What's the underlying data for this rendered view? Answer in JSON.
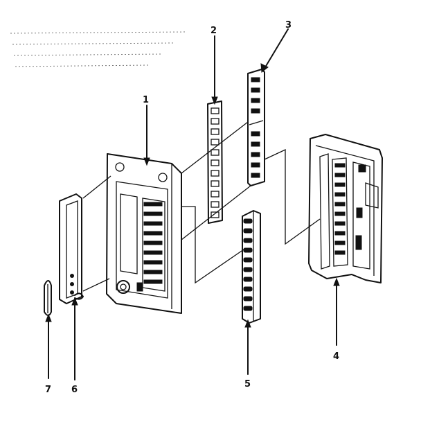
{
  "diagram": {
    "callouts": [
      {
        "id": "1",
        "label": "1"
      },
      {
        "id": "2",
        "label": "2"
      },
      {
        "id": "3",
        "label": "3"
      },
      {
        "id": "4",
        "label": "4"
      },
      {
        "id": "5",
        "label": "5"
      },
      {
        "id": "6",
        "label": "6"
      },
      {
        "id": "7",
        "label": "7"
      }
    ],
    "line_color": "#111111",
    "background_color": "#ffffff"
  }
}
